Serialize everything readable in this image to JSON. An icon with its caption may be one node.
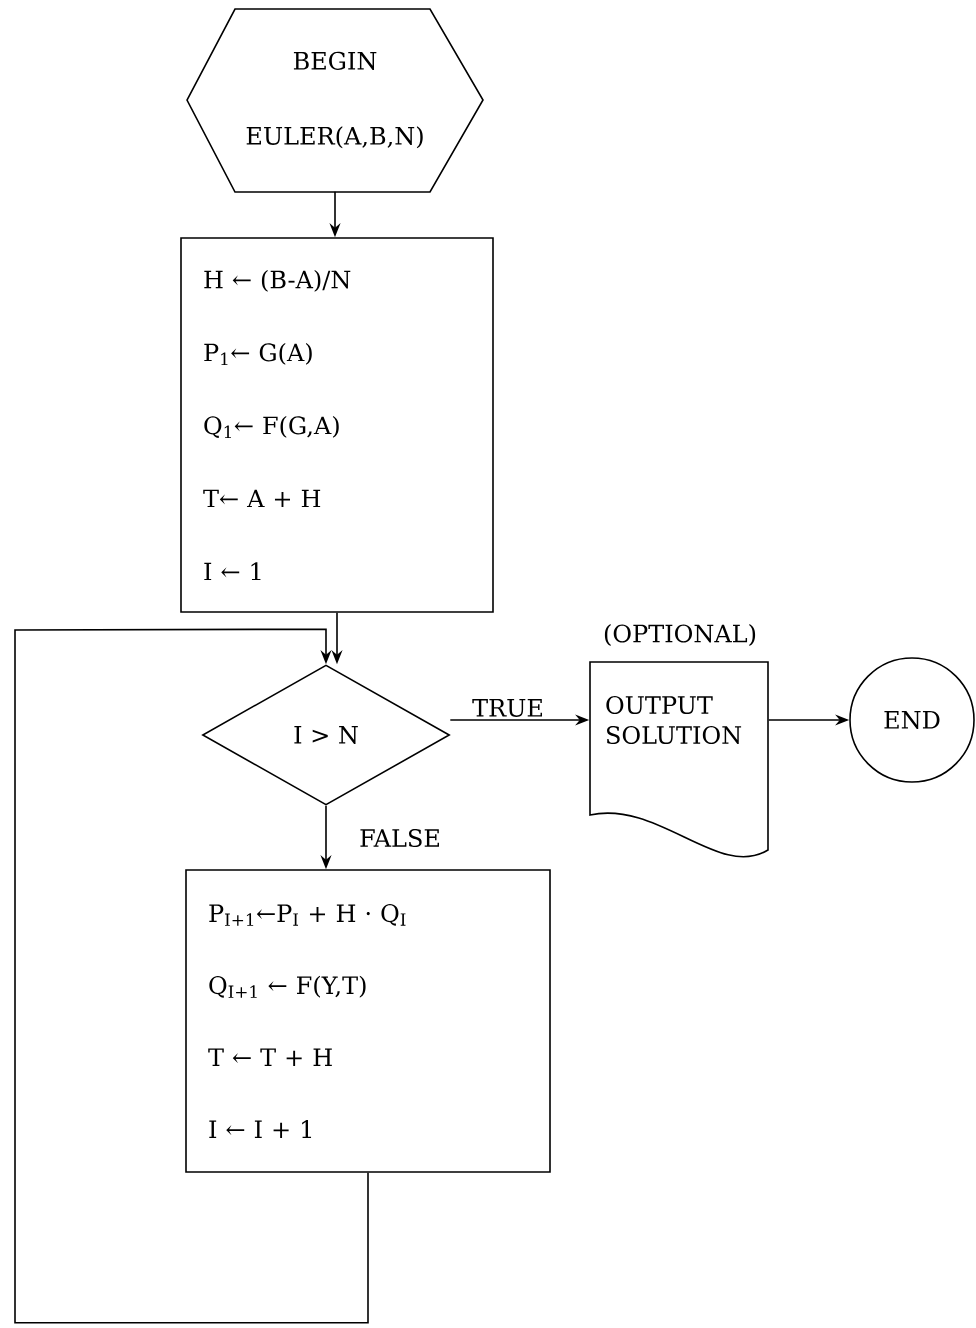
{
  "diagram": {
    "nodes": [
      {
        "text": [
          "BEGIN",
          "EULER(A,B,N)"
        ]
      },
      {
        "text": [
          "H ← (B-A)/N",
          "P$_{1}$← G(A)",
          "Q$_{1}$← F(G,A)",
          "T← A + H",
          "I ← 1"
        ]
      },
      {
        "text": [
          "I >  N"
        ]
      },
      {
        "text": [
          "OUTPUT SOLUTION"
        ],
        "beside": [
          "(OPTIONAL)"
        ]
      },
      {
        "text": [
          "END"
        ]
      },
      {
        "text": [
          "P$_{I+1}$←P$_{I}$ + H · Q$_{I}$",
          "Q$_{I+1}$ ← F(Y,T)",
          "T ← T + H",
          "I ← I + 1"
        ]
      }
    ],
    "edges": [
      {
        "from": 0,
        "to": 1,
        "arrow": "to"
      },
      {
        "from": 1,
        "to": 2,
        "arrow": "to"
      },
      {
        "from": 2,
        "to": 3,
        "arrow": "to",
        "label": "TRUE"
      },
      {
        "from": 3,
        "to": 4,
        "arrow": "to"
      },
      {
        "from": 2,
        "to": 5,
        "arrow": "to",
        "label": "FALSE"
      },
      {
        "from": 5,
        "to": 2,
        "arrow": "to"
      }
    ]
  }
}
